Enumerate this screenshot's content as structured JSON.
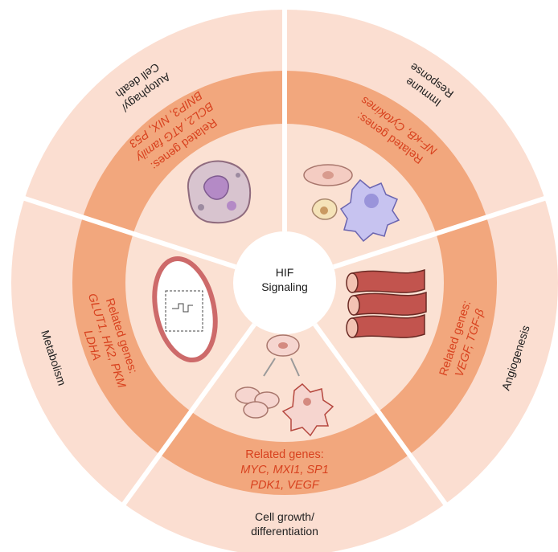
{
  "center": {
    "line1": "HIF",
    "line2": "Signaling"
  },
  "sectors": [
    {
      "id": "autophagy",
      "outer_label": [
        "Autophagy/",
        "Cell death"
      ],
      "genes_heading": "Related genes:",
      "genes": [
        "BCL2, ATG family",
        "BNIP3, NIX, P53"
      ],
      "icon": "necrotic-cell-icon"
    },
    {
      "id": "immune",
      "outer_label": [
        "Immune",
        "Response"
      ],
      "genes_heading": "Related genes:",
      "genes": [
        "NF-κB, Cytokines"
      ],
      "icon": "immune-cells-icon"
    },
    {
      "id": "angiogenesis",
      "outer_label": [
        "Angiogenesis"
      ],
      "genes_heading": "Related genes:",
      "genes": [
        "VEGF, TGF-β"
      ],
      "icon": "blood-vessels-icon"
    },
    {
      "id": "growth",
      "outer_label": [
        "Cell growth/",
        "differentiation"
      ],
      "genes_heading": "Related genes:",
      "genes": [
        "MYC, MXI1, SP1",
        "PDK1, VEGF"
      ],
      "icon": "cell-division-icon"
    },
    {
      "id": "metabolism",
      "outer_label": [
        "Metabolism"
      ],
      "genes_heading": "Related genes:",
      "genes": [
        "GLUT1, HK2, PKM",
        "LDHA"
      ],
      "icon": "mitochondrion-icon"
    }
  ],
  "colors": {
    "outer_ring": "#fbded1",
    "middle_ring": "#f2a77d",
    "inner_ring": "#fbe1d3",
    "center": "#ffffff",
    "gene_text": "#d8421f",
    "divider": "#ffffff"
  }
}
